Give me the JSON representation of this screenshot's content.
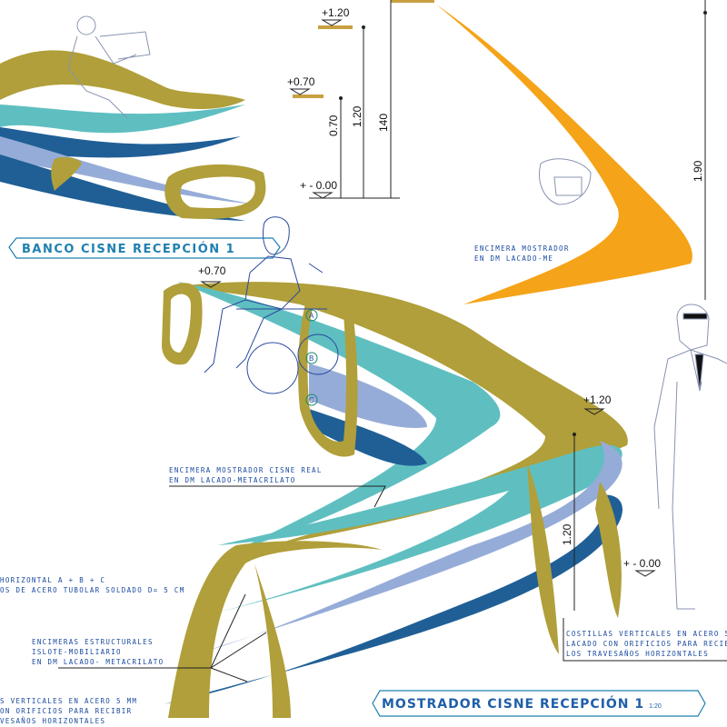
{
  "colors": {
    "frame_gold": "#b09f3a",
    "counter_teal": "#5fbfc0",
    "counter_lavender": "#96acd8",
    "counter_blue": "#1f5f96",
    "counter_orange": "#f5a318",
    "text_blue": "#1a4aa0"
  },
  "elevation": {
    "level_top": "+1.20",
    "level_mid": "+0.70",
    "level_zero": "+ - 0.00",
    "dim_070": "0.70",
    "dim_120": "1.20",
    "dim_140": "140",
    "dim_190": "1.90"
  },
  "bench": {
    "title": "BANCO CISNE   RECEPCIÓN 1"
  },
  "counter_elevation_note": [
    "ENCIMERA MOSTRADOR",
    "EN DM LACADO-ME"
  ],
  "main": {
    "level_070": "+0.70",
    "level_120": "+1.20",
    "level_000": "+ - 0.00",
    "dim_120": "1.20",
    "markers": [
      "A",
      "B",
      "C"
    ],
    "note_real": [
      "ENCIMERA MOSTRADOR CISNE REAL",
      "EN DM LACADO-METACRILATO"
    ],
    "note_horizontal": [
      "HORIZONTAL   A + B + C",
      "OS DE ACERO TUBOLAR SOLDADO D= 5 CM"
    ],
    "note_structural": [
      "ENCIMERAS ESTRUCTURALES",
      "ISLOTE-MOBILIARIO",
      "EN DM LACADO- METACRILATO"
    ],
    "note_ribs_left": [
      "S VERTICALES EN ACERO 5 MM",
      "ON ORIFICIOS PARA RECIBIR",
      "VESAÑOS HORIZONTALES"
    ],
    "note_ribs_right": [
      "COSTILLAS VERTICALES EN ACERO 5",
      "LACADO CON ORIFICIOS PARA RECIBIR",
      "LOS TRAVESAÑOS HORIZONTALES"
    ],
    "title": "MOSTRADOR CISNE RECEPCIÓN 1",
    "scale": "1:20"
  }
}
